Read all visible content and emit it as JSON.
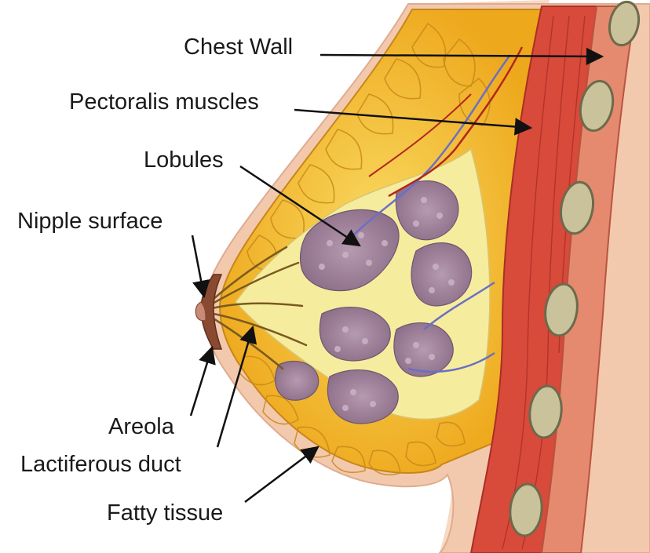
{
  "labels": {
    "chest_wall": "Chest Wall",
    "pectoralis": "Pectoralis muscles",
    "lobules": "Lobules",
    "nipple": "Nipple surface",
    "areola": "Areola",
    "duct": "Lactiferous duct",
    "fatty": "Fatty tissue"
  },
  "colors": {
    "skin": "#f7d9c4",
    "skin_edge": "#e3b499",
    "fat": "#f2b623",
    "fat_light": "#f8d35a",
    "fat_line": "#c7861a",
    "muscle": "#d84a3a",
    "muscle_dark": "#a92f25",
    "rib": "#c9c29a",
    "rib_edge": "#6d6a4c",
    "lobule": "#9b7f96",
    "duct": "#f3efb0",
    "vessel_blue": "#6b6fc4",
    "vessel_red": "#b3261e",
    "arrow": "#111111"
  }
}
